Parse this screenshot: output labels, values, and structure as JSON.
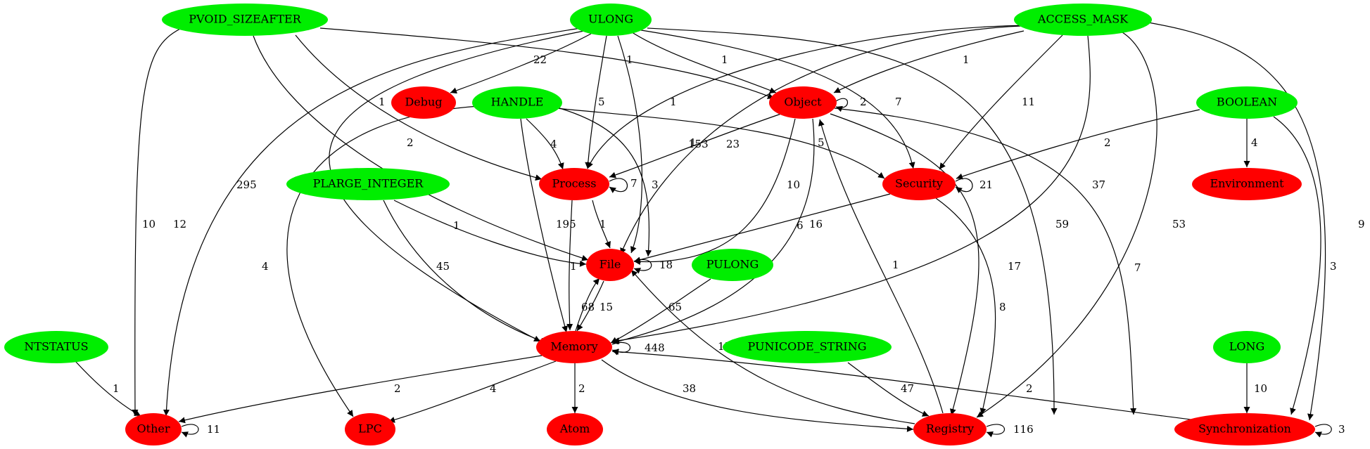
{
  "colors": {
    "type_node": "#00ee00",
    "category_node": "#ff0000",
    "edge": "#000000",
    "background": "#ffffff"
  },
  "nodes": [
    {
      "id": "PVOID_SIZEAFTER",
      "label": "PVOID_SIZEAFTER",
      "kind": "type"
    },
    {
      "id": "ULONG",
      "label": "ULONG",
      "kind": "type"
    },
    {
      "id": "ACCESS_MASK",
      "label": "ACCESS_MASK",
      "kind": "type"
    },
    {
      "id": "Debug",
      "label": "Debug",
      "kind": "category"
    },
    {
      "id": "HANDLE",
      "label": "HANDLE",
      "kind": "type"
    },
    {
      "id": "Object",
      "label": "Object",
      "kind": "category"
    },
    {
      "id": "BOOLEAN",
      "label": "BOOLEAN",
      "kind": "type"
    },
    {
      "id": "PLARGE_INTEGER",
      "label": "PLARGE_INTEGER",
      "kind": "type"
    },
    {
      "id": "Process",
      "label": "Process",
      "kind": "category"
    },
    {
      "id": "Security",
      "label": "Security",
      "kind": "category"
    },
    {
      "id": "Environment",
      "label": "Environment",
      "kind": "category"
    },
    {
      "id": "File",
      "label": "File",
      "kind": "category"
    },
    {
      "id": "PULONG",
      "label": "PULONG",
      "kind": "type"
    },
    {
      "id": "NTSTATUS",
      "label": "NTSTATUS",
      "kind": "type"
    },
    {
      "id": "Memory",
      "label": "Memory",
      "kind": "category"
    },
    {
      "id": "PUNICODE_STRING",
      "label": "PUNICODE_STRING",
      "kind": "type"
    },
    {
      "id": "LONG",
      "label": "LONG",
      "kind": "type"
    },
    {
      "id": "Other",
      "label": "Other",
      "kind": "category"
    },
    {
      "id": "LPC",
      "label": "LPC",
      "kind": "category"
    },
    {
      "id": "Atom",
      "label": "Atom",
      "kind": "category"
    },
    {
      "id": "Registry",
      "label": "Registry",
      "kind": "category"
    },
    {
      "id": "Synchronization",
      "label": "Synchronization",
      "kind": "category"
    }
  ],
  "edges": [
    {
      "from": "ULONG",
      "to": "Debug",
      "label": "22"
    },
    {
      "from": "ULONG",
      "to": "Object",
      "label": "1"
    },
    {
      "from": "ULONG",
      "to": "Process",
      "label": "5"
    },
    {
      "from": "ULONG",
      "to": "File",
      "label": "153"
    },
    {
      "from": "ULONG",
      "to": "Security",
      "label": "7"
    },
    {
      "from": "ULONG",
      "to": "Registry",
      "label": "59"
    },
    {
      "from": "ULONG",
      "to": "Memory",
      "label": "295"
    },
    {
      "from": "ULONG",
      "to": "Other",
      "label": "12"
    },
    {
      "from": "PVOID_SIZEAFTER",
      "to": "Object",
      "label": "1"
    },
    {
      "from": "PVOID_SIZEAFTER",
      "to": "Process",
      "label": "1"
    },
    {
      "from": "PVOID_SIZEAFTER",
      "to": "File",
      "label": "2"
    },
    {
      "from": "PVOID_SIZEAFTER",
      "to": "Other",
      "label": "10"
    },
    {
      "from": "ACCESS_MASK",
      "to": "Object",
      "label": "1"
    },
    {
      "from": "ACCESS_MASK",
      "to": "Process",
      "label": "1"
    },
    {
      "from": "ACCESS_MASK",
      "to": "File",
      "label": "23"
    },
    {
      "from": "ACCESS_MASK",
      "to": "Security",
      "label": "11"
    },
    {
      "from": "ACCESS_MASK",
      "to": "Memory",
      "label": "37"
    },
    {
      "from": "ACCESS_MASK",
      "to": "Registry",
      "label": "53"
    },
    {
      "from": "ACCESS_MASK",
      "to": "Synchronization",
      "label": "9"
    },
    {
      "from": "HANDLE",
      "to": "Process",
      "label": "4"
    },
    {
      "from": "HANDLE",
      "to": "File",
      "label": "3"
    },
    {
      "from": "HANDLE",
      "to": "Memory",
      "label": "195"
    },
    {
      "from": "HANDLE",
      "to": "LPC",
      "label": "4"
    },
    {
      "from": "HANDLE",
      "to": "Security",
      "label": "5"
    },
    {
      "from": "Object",
      "to": "Object",
      "label": "2"
    },
    {
      "from": "Object",
      "to": "Process",
      "label": "1"
    },
    {
      "from": "Object",
      "to": "File",
      "label": "10"
    },
    {
      "from": "Object",
      "to": "Memory",
      "label": "16"
    },
    {
      "from": "Object",
      "to": "Registry",
      "label": "17"
    },
    {
      "from": "Object",
      "to": "Synchronization",
      "label": "7"
    },
    {
      "from": "BOOLEAN",
      "to": "Security",
      "label": "2"
    },
    {
      "from": "BOOLEAN",
      "to": "Environment",
      "label": "4"
    },
    {
      "from": "BOOLEAN",
      "to": "Synchronization",
      "label": "3"
    },
    {
      "from": "Process",
      "to": "Process",
      "label": "7"
    },
    {
      "from": "Process",
      "to": "File",
      "label": "1"
    },
    {
      "from": "Process",
      "to": "Memory",
      "label": "1"
    },
    {
      "from": "PLARGE_INTEGER",
      "to": "File",
      "label": "1"
    },
    {
      "from": "PLARGE_INTEGER",
      "to": "Memory",
      "label": "45"
    },
    {
      "from": "Security",
      "to": "Security",
      "label": "21"
    },
    {
      "from": "Security",
      "to": "File",
      "label": "6"
    },
    {
      "from": "Security",
      "to": "Registry",
      "label": "8"
    },
    {
      "from": "File",
      "to": "File",
      "label": "18"
    },
    {
      "from": "File",
      "to": "Memory",
      "label": "15"
    },
    {
      "from": "Memory",
      "to": "File",
      "label": "68"
    },
    {
      "from": "PULONG",
      "to": "Memory",
      "label": "65"
    },
    {
      "from": "Memory",
      "to": "Memory",
      "label": "448"
    },
    {
      "from": "Memory",
      "to": "Other",
      "label": "2"
    },
    {
      "from": "Memory",
      "to": "LPC",
      "label": "4"
    },
    {
      "from": "Memory",
      "to": "Atom",
      "label": "2"
    },
    {
      "from": "Memory",
      "to": "Registry",
      "label": "38"
    },
    {
      "from": "Synchronization",
      "to": "Memory",
      "label": "2"
    },
    {
      "from": "NTSTATUS",
      "to": "Other",
      "label": "1"
    },
    {
      "from": "Other",
      "to": "Other",
      "label": "11"
    },
    {
      "from": "PUNICODE_STRING",
      "to": "Registry",
      "label": "47"
    },
    {
      "from": "Registry",
      "to": "File",
      "label": "15"
    },
    {
      "from": "Registry",
      "to": "Object",
      "label": "1"
    },
    {
      "from": "Registry",
      "to": "Registry",
      "label": "116"
    },
    {
      "from": "LONG",
      "to": "Synchronization",
      "label": "10"
    },
    {
      "from": "Synchronization",
      "to": "Synchronization",
      "label": "3"
    }
  ]
}
